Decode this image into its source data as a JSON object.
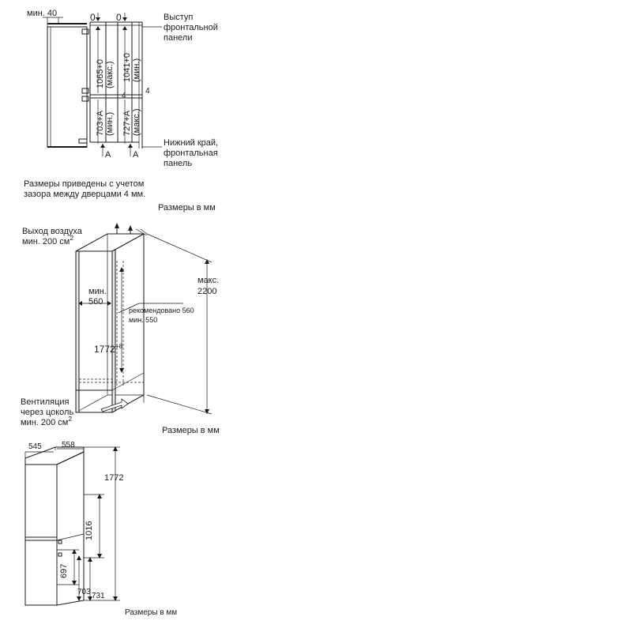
{
  "top": {
    "min40": "мин. 40",
    "zero1": "0",
    "zero2": "0",
    "dim1065": "1065+0",
    "max1065": "(макс.)",
    "dim1041": "1041+0",
    "min1041": "(мин.)",
    "dim703": "703+A",
    "min703": "(мин.)",
    "dim727": "727+A",
    "max727": "(макс.)",
    "four_a": "4",
    "four_b": "4",
    "a1": "A",
    "a2": "A",
    "proj_l1": "Выступ",
    "proj_l2": "фронтальной",
    "proj_l3": "панели",
    "bot_l1": "Нижний край,",
    "bot_l2": "фронтальная",
    "bot_l3": "панель",
    "note_l1": "Размеры приведены с учетом",
    "note_l2": "зазора между дверцами 4 мм.",
    "units": "Размеры в мм"
  },
  "middle": {
    "air_l1": "Выход воздуха",
    "air_l2": "мин. 200 см",
    "air_sup": "2",
    "min560_l1": "мин.",
    "min560_l2": "560",
    "rec_l1": "рекомендовано 560",
    "rec_l2": "мин. 550",
    "h1772": "1772",
    "h1772_sup": "+8",
    "max_l1": "макс.",
    "max_l2": "2200",
    "vent_l1": "Вентиляция",
    "vent_l2": "через цоколь",
    "vent_l3": "мин. 200 см",
    "vent_sup": "2",
    "units": "Размеры в мм"
  },
  "bottom": {
    "w545": "545",
    "w558": "558",
    "h1772": "1772",
    "h1016": "1016",
    "h697": "697",
    "h703": "703",
    "h731": "731",
    "units": "Размеры в мм"
  }
}
